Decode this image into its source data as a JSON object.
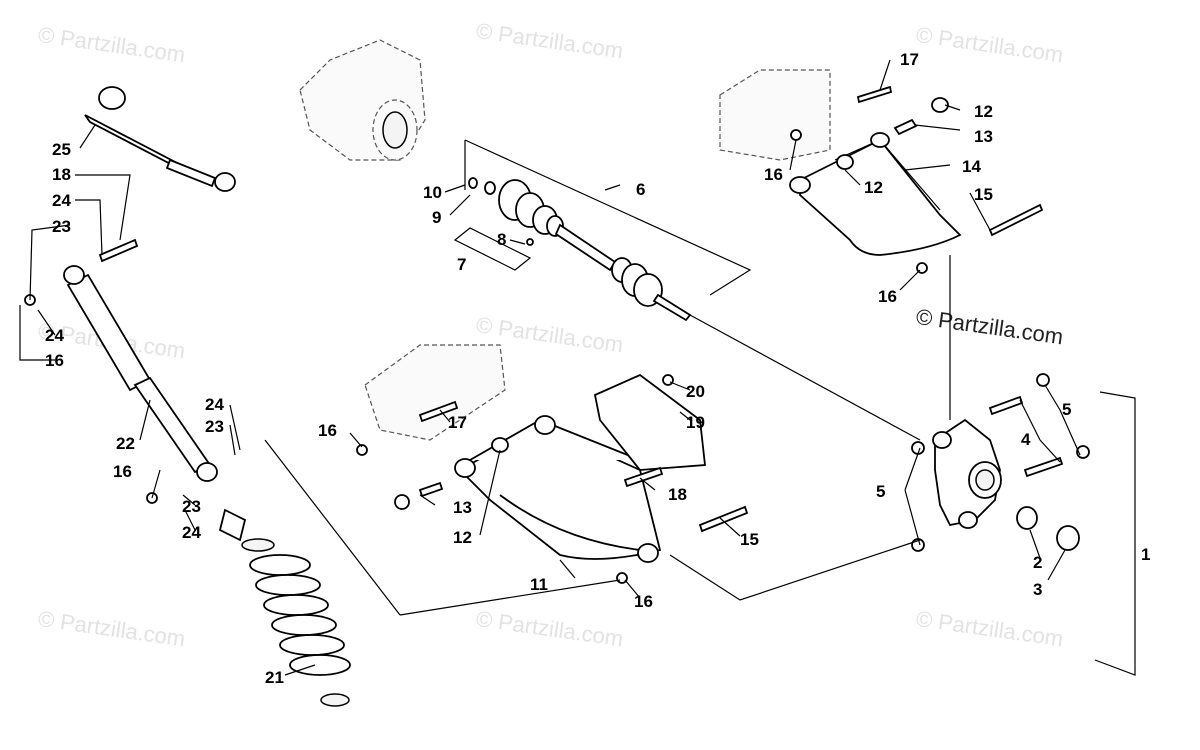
{
  "watermark": {
    "faint": "© Partzilla.com",
    "main": "© Partzilla.com"
  },
  "callouts": {
    "n1": "1",
    "n2": "2",
    "n3": "3",
    "n4": "4",
    "n5a": "5",
    "n5b": "5",
    "n6": "6",
    "n7": "7",
    "n8": "8",
    "n9": "9",
    "n10": "10",
    "n11": "11",
    "n12a": "12",
    "n12b": "12",
    "n12c": "12",
    "n13a": "13",
    "n13b": "13",
    "n14": "14",
    "n15a": "15",
    "n15b": "15",
    "n16a": "16",
    "n16b": "16",
    "n16c": "16",
    "n16d": "16",
    "n16e": "16",
    "n16f": "16",
    "n17a": "17",
    "n17b": "17",
    "n18a": "18",
    "n18b": "18",
    "n19": "19",
    "n20": "20",
    "n21": "21",
    "n22": "22",
    "n23a": "23",
    "n23b": "23",
    "n23c": "23",
    "n24a": "24",
    "n24b": "24",
    "n24c": "24",
    "n24d": "24",
    "n25": "25"
  }
}
